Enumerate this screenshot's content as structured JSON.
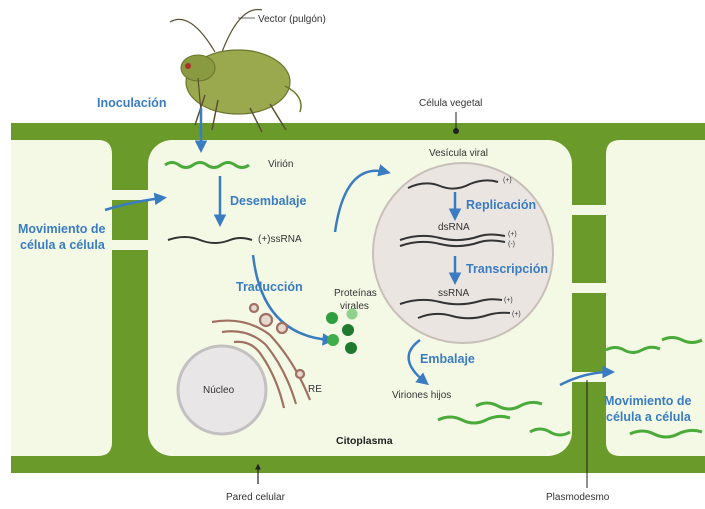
{
  "labels": {
    "vector": "Vector (pulgón)",
    "plant_cell": "Célula vegetal",
    "viral_vesicle": "Vesícula viral",
    "virion": "Virión",
    "ssrna_plus": "(+)ssRNA",
    "dsrna": "dsRNA",
    "ssrna": "ssRNA",
    "proteins": "Proteínas virales",
    "proteins_line1": "Proteínas",
    "proteins_line2": "virales",
    "nucleus": "Núcleo",
    "er": "RE",
    "daughter_virions": "Viriones hijos",
    "cytoplasm": "Citoplasma",
    "cell_wall": "Pared celular",
    "plasmodesma": "Plasmodesmo",
    "plus": "(+)",
    "minus": "(-)"
  },
  "steps": {
    "inoculation": "Inoculación",
    "uncoating": "Desembalaje",
    "translation": "Traducción",
    "replication": "Replicación",
    "transcription": "Transcripción",
    "packaging": "Embalaje",
    "cell_to_cell_left_1": "Movimiento de",
    "cell_to_cell_left_2": "célula a célula",
    "cell_to_cell_right_1": "Movimiento de",
    "cell_to_cell_right_2": "célula a célula"
  },
  "colors": {
    "cell_wall": "#6a9a2a",
    "cytoplasm": "#f4f9e6",
    "arrow_blue": "#3a7cc1",
    "rna_green": "#4aab3a",
    "vesicle": "#ebe5e2",
    "protein_green": "#2e9e3e"
  }
}
